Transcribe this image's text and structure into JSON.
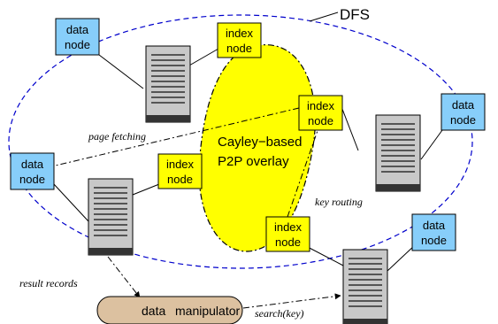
{
  "title": "DFS",
  "overlay": {
    "line1": "Cayley−based",
    "line2": "P2P overlay"
  },
  "data_node": {
    "line1": "data",
    "line2": "node"
  },
  "index_node": {
    "line1": "index",
    "line2": "node"
  },
  "manipulator": {
    "word1": "data",
    "word2": "manipulator"
  },
  "edges": {
    "page_fetching": "page fetching",
    "key_routing": "key routing",
    "result_records": "result records",
    "search": "search(key)"
  },
  "colors": {
    "data_node_fill": "#87CEFA",
    "index_node_fill": "#FFFF00",
    "overlay_fill": "#FFFF00",
    "dfs_boundary": "#0000CC",
    "manipulator_fill": "#DCC1A0",
    "server_fill": "#C8C8C8"
  }
}
